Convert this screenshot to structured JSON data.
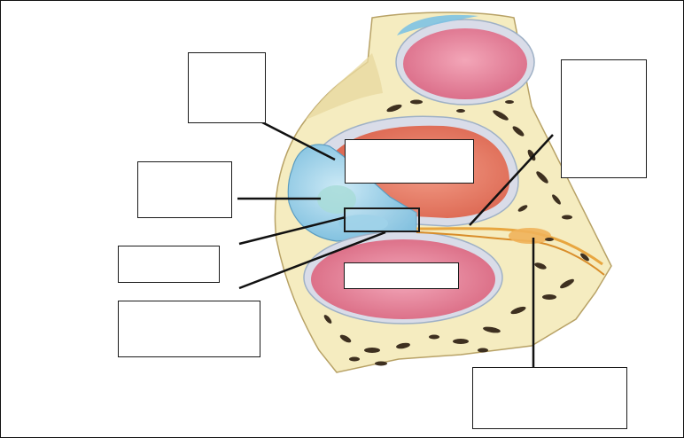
{
  "diagram": {
    "colors": {
      "bone": "#f5ecc0",
      "bone_outline": "#b8a266",
      "bone_pores": "#3e3020",
      "membrane_blue": "#7ec3e3",
      "membrane_light": "#bfe3f2",
      "cavity_pink": "#e27a92",
      "cavity_red": "#e5735c",
      "cavity_rim": "#d9dce8",
      "nerve_orange": "#e8a640",
      "leader_line": "#111111",
      "label_box_border": "#1a1a1a"
    },
    "label_boxes": [
      {
        "id": "label-top-left",
        "text": ""
      },
      {
        "id": "label-mid-left",
        "text": ""
      },
      {
        "id": "label-lower-left-small",
        "text": ""
      },
      {
        "id": "label-bottom-left",
        "text": ""
      },
      {
        "id": "label-top-right",
        "text": ""
      },
      {
        "id": "label-bottom-right",
        "text": ""
      },
      {
        "id": "label-center-upper",
        "text": ""
      },
      {
        "id": "label-center-lower",
        "text": ""
      },
      {
        "id": "label-center-small",
        "text": ""
      }
    ]
  }
}
